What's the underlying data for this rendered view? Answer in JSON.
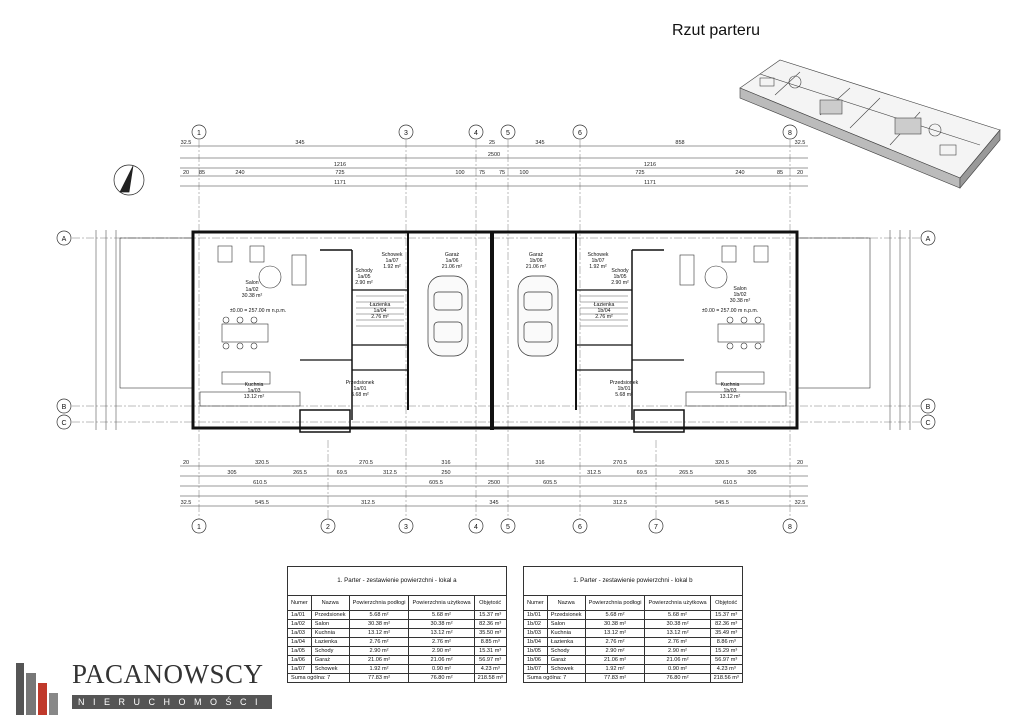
{
  "title": "Rzut parteru",
  "axes": {
    "columns": [
      "1",
      "3",
      "4",
      "5",
      "6",
      "8"
    ],
    "columns_bottom": [
      "1",
      "2",
      "3",
      "4",
      "5",
      "6",
      "7",
      "8"
    ],
    "rows": [
      "A",
      "B",
      "C"
    ]
  },
  "dims": {
    "top_row1": [
      "32.5",
      "345",
      "25",
      "345",
      "858",
      "32.5"
    ],
    "top_total": "2500",
    "top_row2": [
      "1216",
      "1216"
    ],
    "top_row3": [
      "20",
      "85",
      "240",
      "725",
      "100",
      "75",
      "75",
      "100",
      "725",
      "240",
      "85",
      "20"
    ],
    "top_row4": [
      "1171",
      "1171"
    ],
    "bottom_row1": [
      "20",
      "320.5",
      "270.5",
      "316",
      "316",
      "270.5",
      "320.5",
      "20"
    ],
    "bottom_row2": [
      "305",
      "265.5",
      "69.5",
      "312.5",
      "250",
      "312.5",
      "69.5",
      "265.5",
      "305"
    ],
    "bottom_total": "2500",
    "bottom_row3": [
      "610.5",
      "605.5",
      "605.5",
      "610.5"
    ],
    "bottom_row4": [
      "32.5",
      "545.5",
      "312.5",
      "345",
      "312.5",
      "545.5",
      "32.5"
    ]
  },
  "rooms_a": [
    {
      "name": "Salon",
      "code": "1a/02",
      "area": "30.38 m²"
    },
    {
      "name": "Kuchnia",
      "code": "1a/03",
      "area": "13.12 m²"
    },
    {
      "name": "Garaż",
      "code": "1a/06",
      "area": "21.06 m²"
    },
    {
      "name": "Przedsionek",
      "code": "1a/01",
      "area": "5.68 m²"
    },
    {
      "name": "Łazienka",
      "code": "1a/04",
      "area": "2.76 m²"
    },
    {
      "name": "Schody",
      "code": "1a/05",
      "area": "2.90 m²"
    },
    {
      "name": "Schowek",
      "code": "1a/07",
      "area": "1.92 m²"
    }
  ],
  "rooms_b": [
    {
      "name": "Salon",
      "code": "1b/02",
      "area": "30.38 m²"
    },
    {
      "name": "Kuchnia",
      "code": "1b/03",
      "area": "13.12 m²"
    },
    {
      "name": "Garaż",
      "code": "1b/06",
      "area": "21.06 m²"
    },
    {
      "name": "Przedsionek",
      "code": "1b/01",
      "area": "5.68 m²"
    },
    {
      "name": "Łazienka",
      "code": "1b/04",
      "area": "2.76 m²"
    },
    {
      "name": "Schody",
      "code": "1b/05",
      "area": "2.90 m²"
    },
    {
      "name": "Schowek",
      "code": "1b/07",
      "area": "1.92 m²"
    }
  ],
  "level_note": "±0.00 = 257.00 m n.p.m.",
  "table_a": {
    "caption": "1. Parter - zestawienie powierzchni - lokal a",
    "headers": [
      "Numer",
      "Nazwa",
      "Powierzchnia podłogi",
      "Powierzchnia użytkowa",
      "Objętość"
    ],
    "rows": [
      [
        "1a/01",
        "Przedsionek",
        "5.68 m²",
        "5.68 m²",
        "15.37 m³"
      ],
      [
        "1a/02",
        "Salon",
        "30.38 m²",
        "30.38 m²",
        "82.36 m³"
      ],
      [
        "1a/03",
        "Kuchnia",
        "13.12 m²",
        "13.12 m²",
        "35.50 m³"
      ],
      [
        "1a/04",
        "Łazienka",
        "2.76 m²",
        "2.76 m²",
        "8.85 m³"
      ],
      [
        "1a/05",
        "Schody",
        "2.90 m²",
        "2.90 m²",
        "15.31 m³"
      ],
      [
        "1a/06",
        "Garaż",
        "21.06 m²",
        "21.06 m²",
        "56.97 m³"
      ],
      [
        "1a/07",
        "Schowek",
        "1.92 m²",
        "0.90 m²",
        "4.23 m³"
      ]
    ],
    "sum": [
      "Suma ogólna: 7",
      "77.83 m²",
      "76.80 m²",
      "218.58 m³"
    ]
  },
  "table_b": {
    "caption": "1. Parter - zestawienie powierzchni - lokal b",
    "headers": [
      "Numer",
      "Nazwa",
      "Powierzchnia podłogi",
      "Powierzchnia użytkowa",
      "Objętość"
    ],
    "rows": [
      [
        "1b/01",
        "Przedsionek",
        "5.68 m²",
        "5.68 m²",
        "15.37 m³"
      ],
      [
        "1b/02",
        "Salon",
        "30.38 m²",
        "30.38 m²",
        "82.36 m³"
      ],
      [
        "1b/03",
        "Kuchnia",
        "13.12 m²",
        "13.12 m²",
        "35.49 m³"
      ],
      [
        "1b/04",
        "Łazienka",
        "2.76 m²",
        "2.76 m²",
        "8.86 m³"
      ],
      [
        "1b/05",
        "Schody",
        "2.90 m²",
        "2.90 m²",
        "15.29 m³"
      ],
      [
        "1b/06",
        "Garaż",
        "21.06 m²",
        "21.06 m²",
        "56.97 m³"
      ],
      [
        "1b/07",
        "Schowek",
        "1.92 m²",
        "0.90 m²",
        "4.23 m³"
      ]
    ],
    "sum": [
      "Suma ogólna: 7",
      "77.83 m²",
      "76.80 m²",
      "218.56 m³"
    ]
  },
  "logo": {
    "brand": "PACANOWSCY",
    "sub": "NIERUCHOMOŚCI"
  }
}
